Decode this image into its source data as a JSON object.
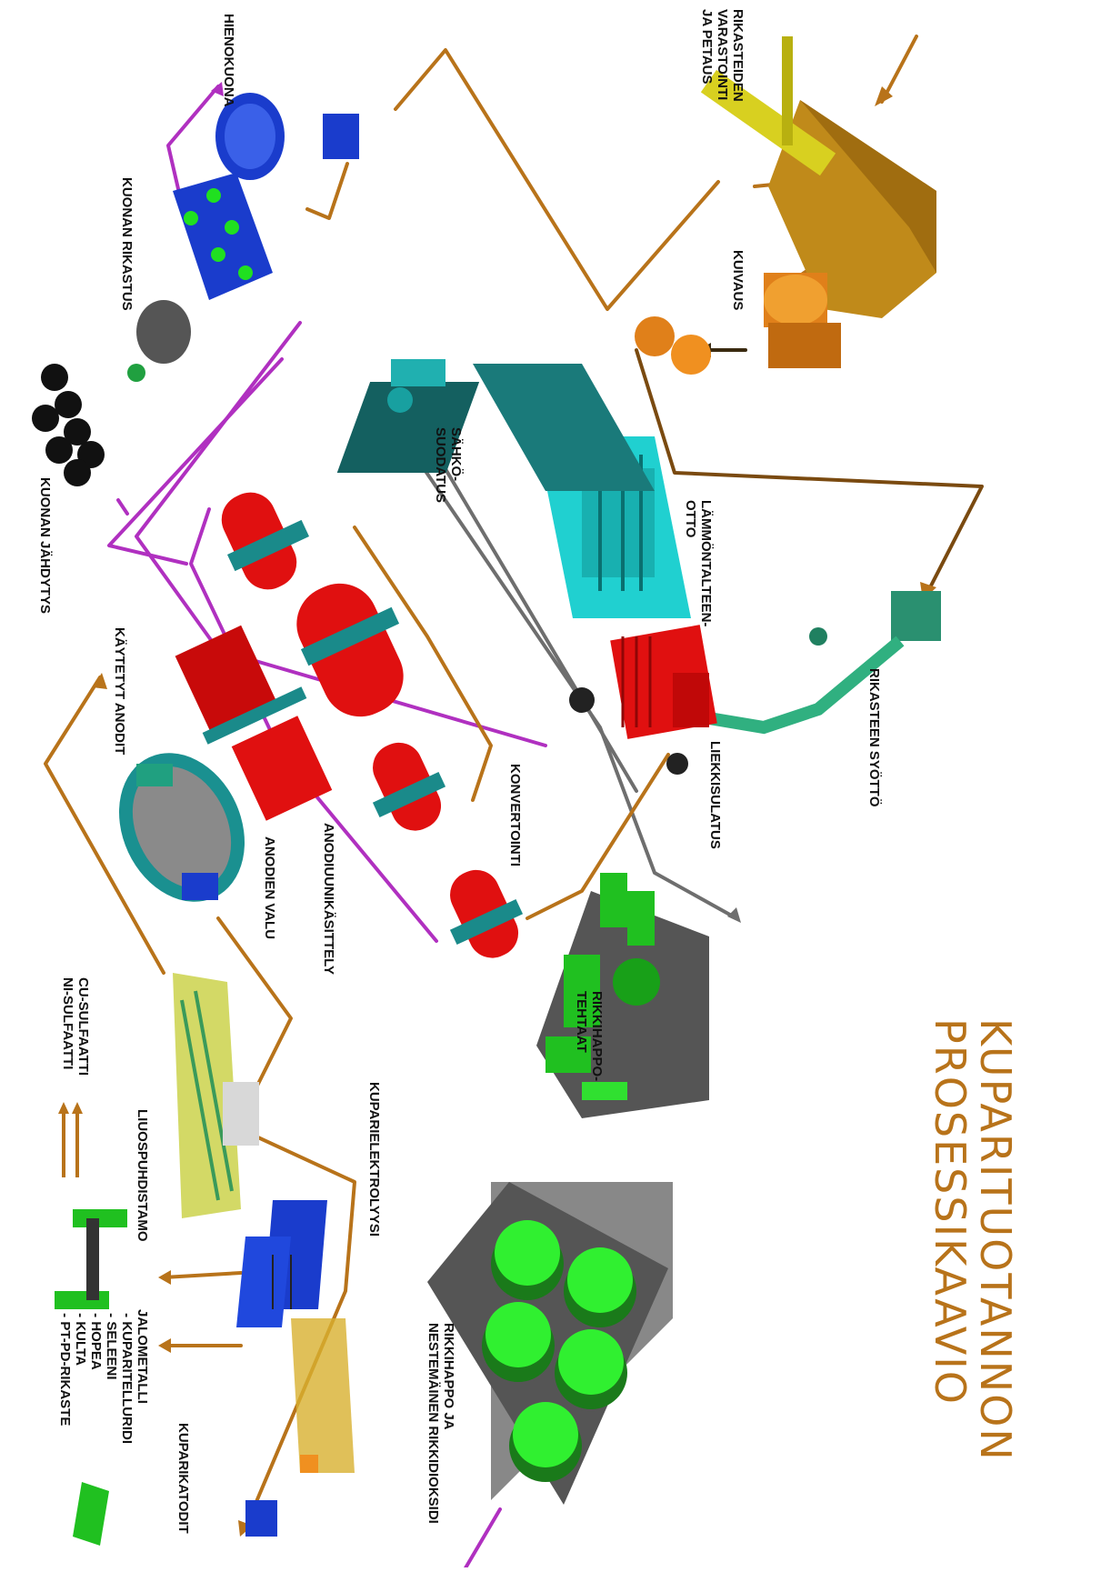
{
  "title": "KUPARITUOTANNON\nPROSESSIKAAVIO",
  "labels": {
    "rikasteiden": "RIKASTEIDEN\nVARASTOINTI\nJA PETAUS",
    "kuivaus": "KUIVAUS",
    "rikasteen_syotto": "RIKASTEEN SYÖTTÖ",
    "lammontalteenotto": "LÄMMÖNTALTEEN-\nOTTO",
    "sahkosuodatus": "SÄHKÖ-\nSUODATUS",
    "liekkisulatus": "LIEKKISULATUS",
    "konvertointi": "KONVERTOINTI",
    "hienokuona": "HIENOKUONA",
    "kuonan_rikastus": "KUONAN RIKASTUS",
    "kuonan_jahdytys": "KUONAN JÄHDYTYS",
    "kaytetyt_anodit": "KÄYTETYT ANODIT",
    "anodiuunikasittely": "ANODIUUNIKÄSITTELY",
    "anodien_valu": "ANODIEN VALU",
    "rikkihappotehtaat": "RIKKIHAPPO-\nTEHTAAT",
    "rikkihappo_ja": "RIKKIHAPPO JA\nNESTEMÄINEN RIKKIDIOKSIDI",
    "kuparielektrolyysi": "KUPARIELEKTROLYYSI",
    "liuospuhdistamo": "LIUOSPUHDISTAMO",
    "sulfaatit": "CU-SULFAATTI\nNI-SULFAATTI",
    "jalometalli": "JALOMETALLI\n - KUPARITELLURIDI\n - SELEENI\n - HOPEA\n - KULTA\n - PT-PD-RIKASTE",
    "kuparikatodit": "KUPARIKATODIT"
  },
  "colors": {
    "concentrate_flow": "#b8731a",
    "slag_flow": "#b030c0",
    "gas_flow": "#6e6e6e",
    "furnace": "#e01010",
    "acid_plant": "#20c020",
    "heat_recovery": "#20d0d0",
    "electrofilter": "#1a7a7a",
    "electrolysis": "#1a3ccc",
    "storage": "#c08a1a",
    "title": "#b8731a"
  },
  "icons": [
    "storage-pile-icon",
    "dryer-icon",
    "feed-conveyor-icon",
    "boiler-icon",
    "electrostatic-filter-icon",
    "flash-smelter-icon",
    "converter-icon",
    "anode-furnace-icon",
    "casting-wheel-icon",
    "slag-concentrator-icon",
    "slag-pot-icon",
    "acid-plant-icon",
    "acid-tank-icon",
    "electrolysis-cell-icon",
    "solution-purification-icon",
    "cathode-icon"
  ]
}
